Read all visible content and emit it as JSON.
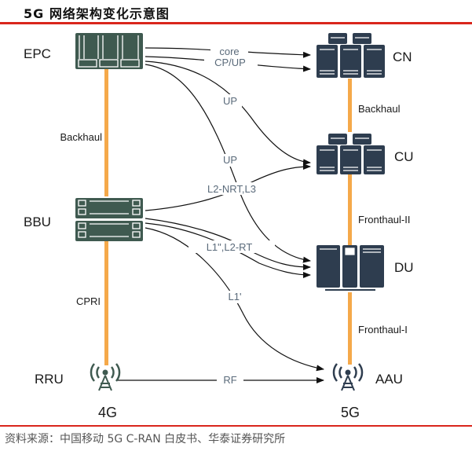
{
  "title": "5G 网络架构变化示意图",
  "source": "资料来源：中国移动 5G C-RAN 白皮书、华泰证券研究所",
  "colors": {
    "accent_red": "#d9261c",
    "link_orange": "#f5a94a",
    "device_4g": "#3f5a50",
    "device_5g": "#2e3d4f",
    "edge_label": "#5a6a7a"
  },
  "left_column": {
    "generation": "4G",
    "nodes": [
      {
        "id": "epc",
        "label": "EPC",
        "icon": "server-rack-icon"
      },
      {
        "id": "bbu",
        "label": "BBU",
        "icon": "baseband-unit-icon"
      },
      {
        "id": "rru",
        "label": "RRU",
        "icon": "radio-tower-icon"
      }
    ],
    "links": [
      {
        "label": "Backhaul"
      },
      {
        "label": "CPRI"
      }
    ]
  },
  "right_column": {
    "generation": "5G",
    "nodes": [
      {
        "id": "cn",
        "label": "CN",
        "icon": "server-cluster-icon"
      },
      {
        "id": "cu",
        "label": "CU",
        "icon": "server-cluster-icon"
      },
      {
        "id": "du",
        "label": "DU",
        "icon": "server-cabinet-icon"
      },
      {
        "id": "aau",
        "label": "AAU",
        "icon": "radio-tower-icon"
      }
    ],
    "links": [
      {
        "label": "Backhaul"
      },
      {
        "label": "Fronthaul-II"
      },
      {
        "label": "Fronthaul-I"
      }
    ]
  },
  "edges": [
    {
      "from": "EPC",
      "to": "CN",
      "label": "core"
    },
    {
      "from": "EPC",
      "to": "CN",
      "label": "CP/UP"
    },
    {
      "from": "EPC",
      "to": "CU",
      "label": "UP"
    },
    {
      "from": "EPC",
      "to": "DU",
      "label": "UP"
    },
    {
      "from": "BBU",
      "to": "CU",
      "label": "L2-NRT,L3"
    },
    {
      "from": "BBU",
      "to": "DU",
      "label": "L1\",L2-RT"
    },
    {
      "from": "BBU",
      "to": "AAU",
      "label": "L1'"
    },
    {
      "from": "RRU",
      "to": "AAU",
      "label": "RF"
    }
  ]
}
